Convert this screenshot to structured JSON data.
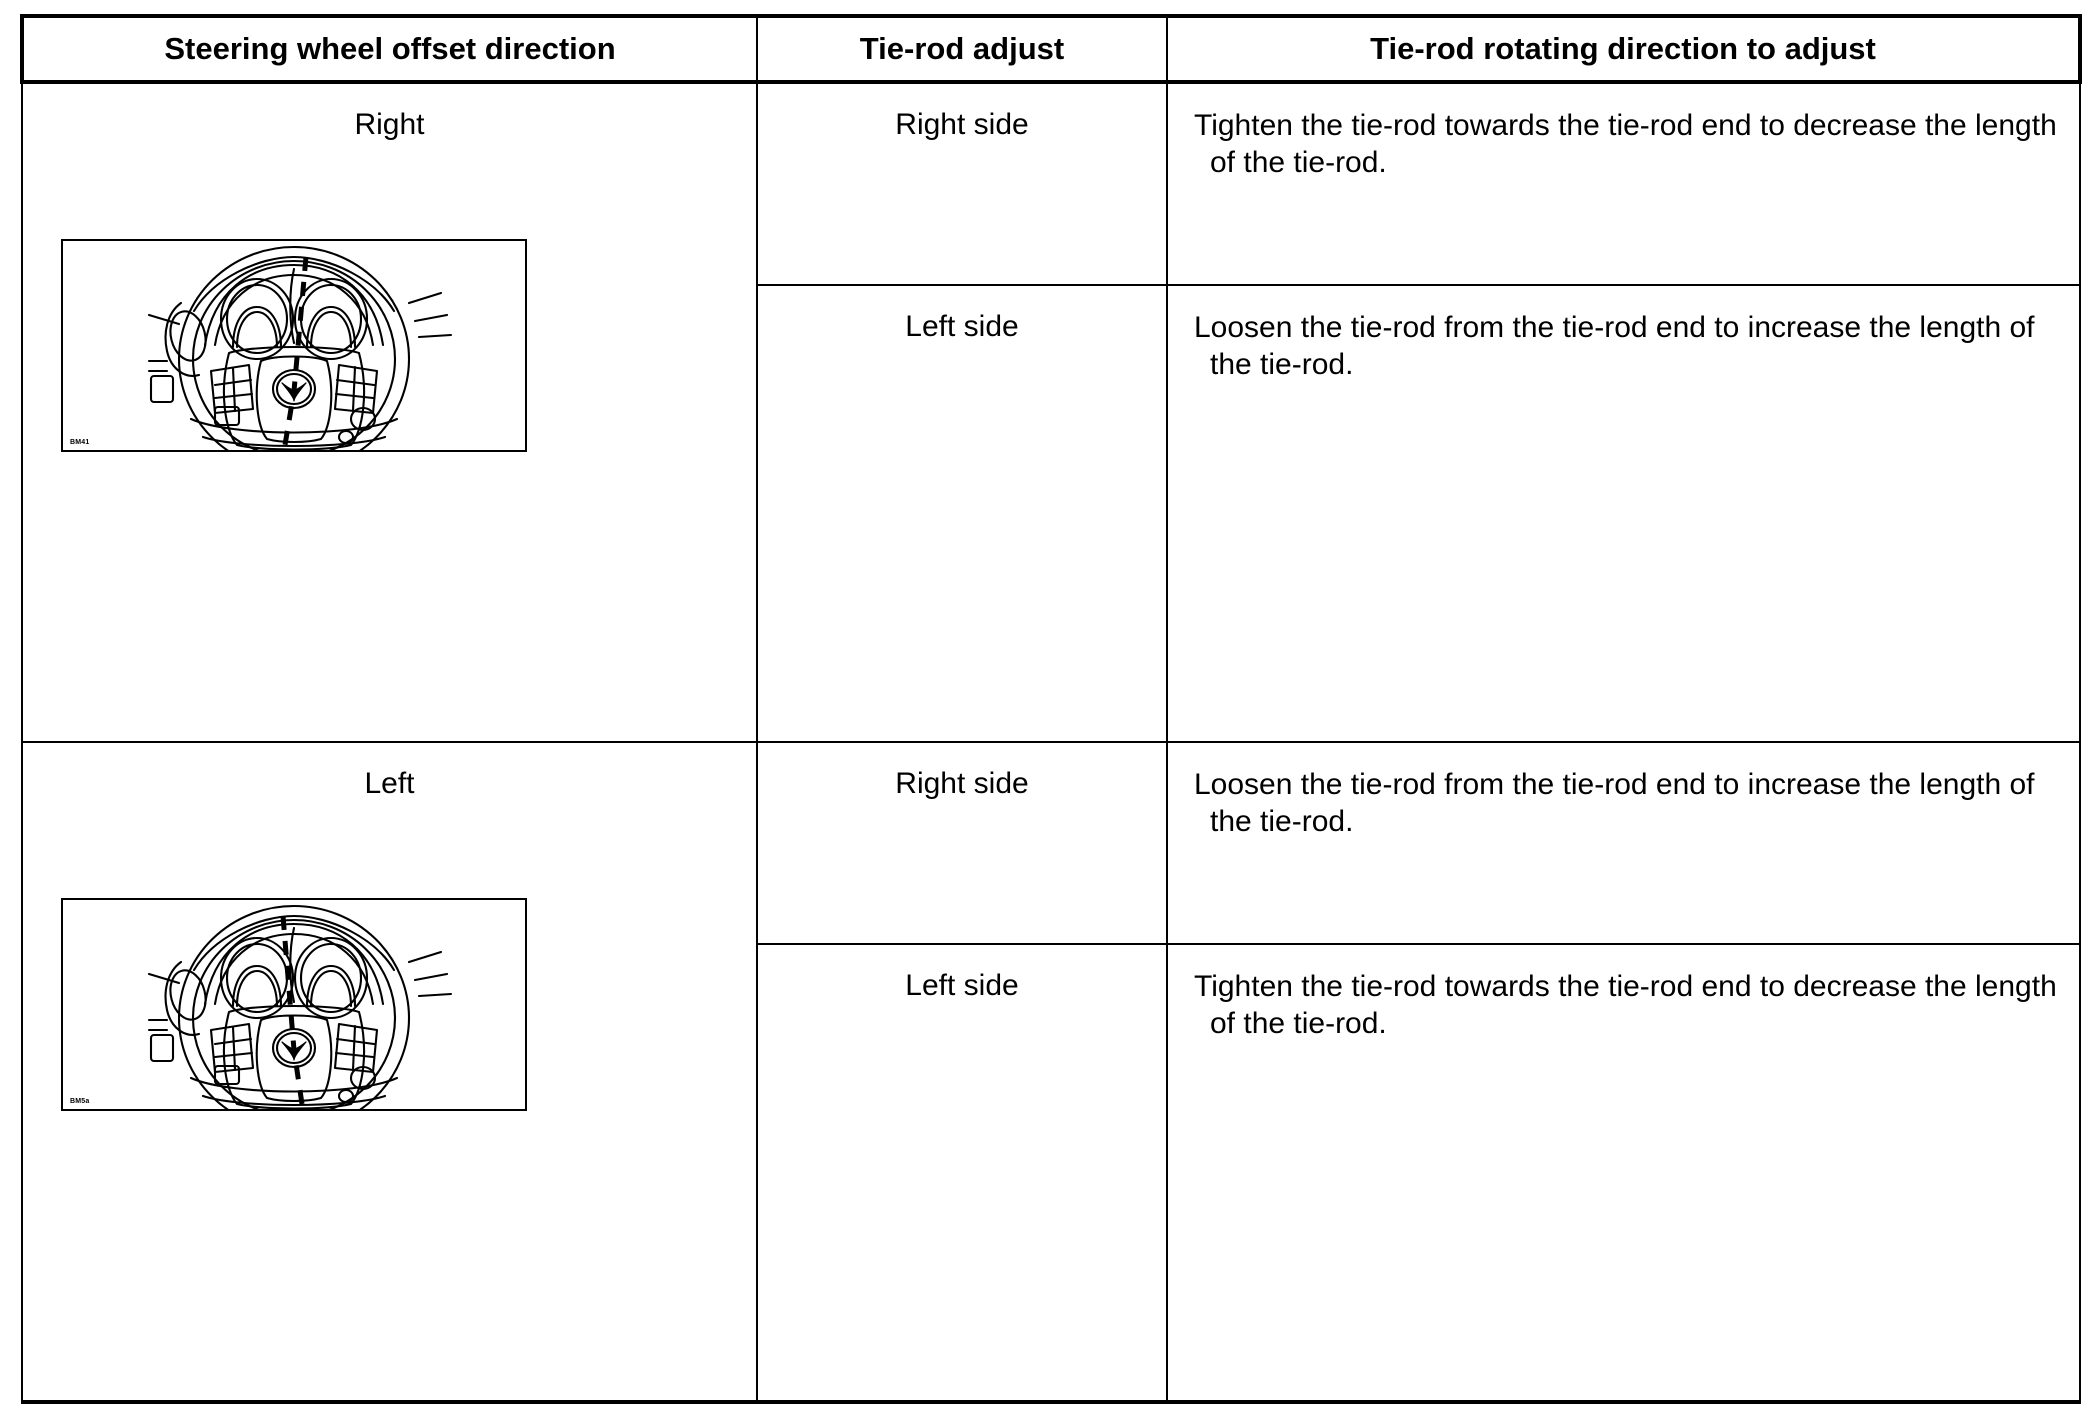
{
  "table": {
    "headers": [
      "Steering wheel offset direction",
      "Tie-rod adjust",
      "Tie-rod rotating direction to adjust"
    ],
    "rows": [
      {
        "offset_direction": "Right",
        "figure": {
          "name": "steering-wheel-offset-right-illustration",
          "code": "BM41"
        },
        "adjustments": [
          {
            "tie_rod_adjust": "Right side",
            "rotating_direction": "Tighten the tie-rod towards the tie-rod end to decrease the length of the tie-rod."
          },
          {
            "tie_rod_adjust": "Left side",
            "rotating_direction": "Loosen the tie-rod from the tie-rod end to increase the length of the tie-rod."
          }
        ]
      },
      {
        "offset_direction": "Left",
        "figure": {
          "name": "steering-wheel-offset-left-illustration",
          "code": "BM5a"
        },
        "adjustments": [
          {
            "tie_rod_adjust": "Right side",
            "rotating_direction": "Loosen the tie-rod from the tie-rod end to increase the length of the tie-rod."
          },
          {
            "tie_rod_adjust": "Left side",
            "rotating_direction": "Tighten the tie-rod towards the tie-rod end to decrease the length of the tie-rod."
          }
        ]
      }
    ]
  },
  "colors": {
    "ink": "#000000",
    "paper": "#ffffff"
  }
}
